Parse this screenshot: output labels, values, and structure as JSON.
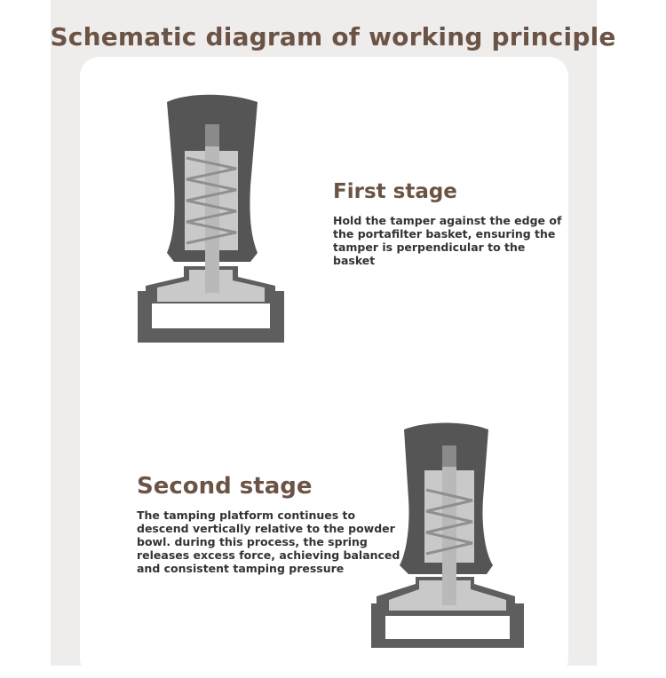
{
  "header": {
    "title": "Schematic diagram of working principle"
  },
  "stages": [
    {
      "title": "First stage",
      "description": "Hold the tamper against the edge of the portafilter basket, ensuring the tamper is perpendicular to the basket"
    },
    {
      "title": "Second stage",
      "description": "The tamping platform continues to descend vertically relative to the powder bowl. during this process, the spring releases excess force, achieving balanced and consistent tamping pressure"
    }
  ],
  "colors": {
    "title_text": "#6b5446",
    "body_text": "#333333",
    "handle": "#555555",
    "base": "#606060",
    "inner": "#c9c9c9",
    "background": "#efedec"
  }
}
